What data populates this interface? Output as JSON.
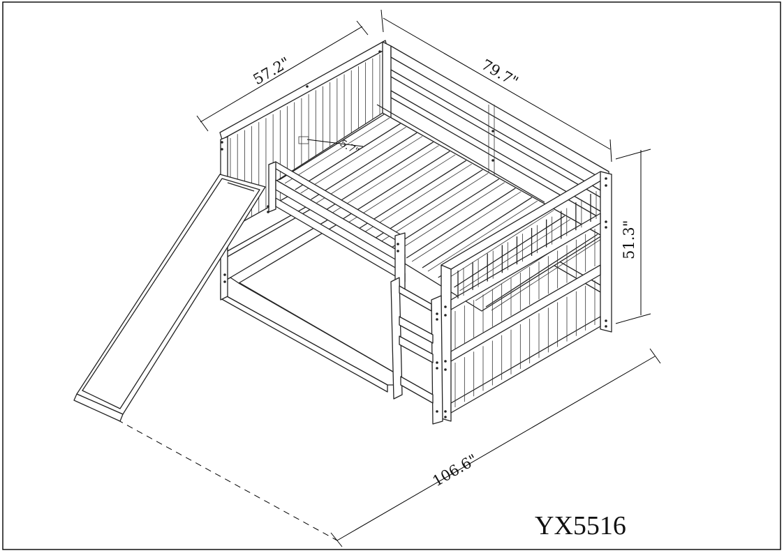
{
  "dimensions": {
    "width": "57.2\"",
    "length": "79.7\"",
    "height": "51.3\"",
    "overall": "106.6\"",
    "rail": "5.7\""
  },
  "model_code": "YX5516",
  "colors": {
    "line": "#222222",
    "background": "#ffffff"
  }
}
